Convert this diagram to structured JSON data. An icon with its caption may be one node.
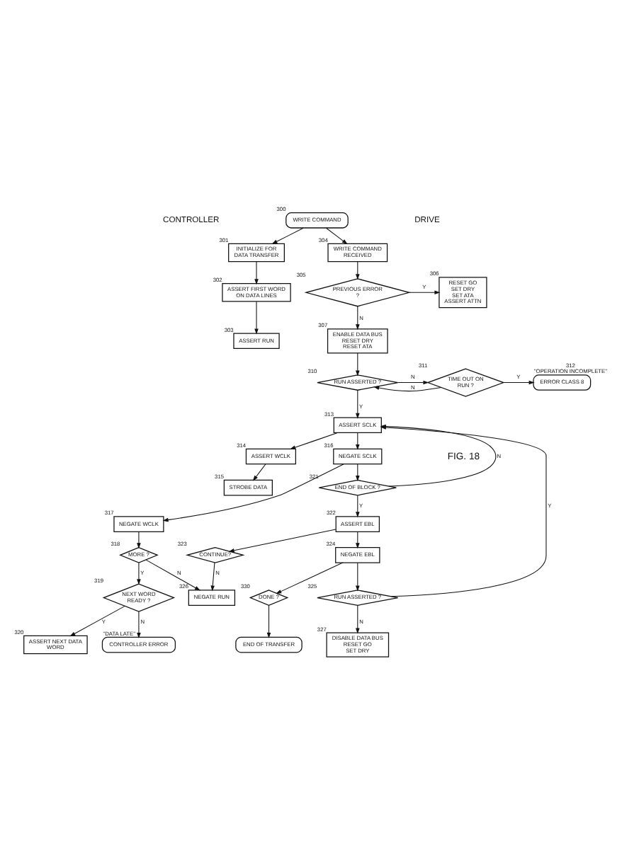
{
  "diagram": {
    "nodes": [
      {
        "text": [
          "WRITE COMMAND"
        ],
        "beside": [
          "300"
        ]
      },
      {
        "text": [
          "INITIALIZE FOR DATA TRANSFER"
        ],
        "beside": [
          "301"
        ]
      },
      {
        "text": [
          "WRITE COMMAND RECEIVED"
        ],
        "beside": [
          "304"
        ]
      },
      {
        "text": [
          "ASSERT FIRST WORD ON DATA LINES"
        ],
        "beside": [
          "302"
        ]
      },
      {
        "text": [
          "PREVIOUS ERROR ?"
        ],
        "beside": [
          "305"
        ]
      },
      {
        "text": [
          "RESET GO",
          "SET DRY",
          "SET ATA",
          "ASSERT ATTN"
        ],
        "beside": [
          "306"
        ]
      },
      {
        "text": [
          "ASSERT RUN"
        ],
        "beside": [
          "303"
        ]
      },
      {
        "text": [
          "ENABLE DATA BUS",
          "RESET DRY",
          "RESET ATA"
        ],
        "beside": [
          "307"
        ]
      },
      {
        "text": [
          "RUN ASSERTED ?"
        ],
        "beside": [
          "310"
        ]
      },
      {
        "text": [
          "TIME OUT ON RUN ?"
        ],
        "beside": [
          "311"
        ]
      },
      {
        "text": [
          "ERROR CLASS 8"
        ],
        "beside": [
          "312",
          "\"OPERATION INCOMPLETE\""
        ]
      },
      {
        "text": [
          "ASSERT SCLK"
        ],
        "beside": [
          "313"
        ]
      },
      {
        "text": [
          "ASSERT WCLK"
        ],
        "beside": [
          "314"
        ]
      },
      {
        "text": [
          "NEGATE SCLK"
        ],
        "beside": [
          "316"
        ]
      },
      {
        "text": [
          "STROBE DATA"
        ],
        "beside": [
          "315"
        ]
      },
      {
        "text": [
          "NEGATE WCLK"
        ],
        "beside": [
          "317"
        ]
      },
      {
        "text": [
          "END OF BLOCK ?"
        ],
        "beside": [
          "321"
        ]
      },
      {
        "text": [
          "ASSERT EBL"
        ],
        "beside": [
          "322"
        ]
      },
      {
        "text": [
          "CONTINUE?"
        ],
        "beside": [
          "323"
        ]
      },
      {
        "text": [
          "MORE ?"
        ],
        "beside": [
          "318"
        ]
      },
      {
        "text": [
          "NEGATE RUN"
        ],
        "beside": [
          "326"
        ]
      },
      {
        "text": [
          "NEXT WORD READY ?"
        ],
        "beside": [
          "319"
        ]
      },
      {
        "text": [
          "NEGATE EBL"
        ],
        "beside": [
          "324"
        ]
      },
      {
        "text": [
          "ASSERT NEXT DATA WORD"
        ],
        "beside": [
          "320"
        ]
      },
      {
        "text": [
          "CONTROLLER ERROR"
        ],
        "beside": [
          "\"DATA LATE\""
        ]
      },
      {
        "text": [
          "DONE ?"
        ],
        "beside": [
          "330"
        ]
      },
      {
        "text": [
          "RUN ASSERTED ?"
        ],
        "beside": [
          "325"
        ]
      },
      {
        "text": [
          "END OF TRANSFER"
        ]
      },
      {
        "text": [
          "DISABLE DATA BUS",
          "RESET GO",
          "SET DRY"
        ],
        "beside": [
          "327"
        ]
      }
    ],
    "edges": [
      {
        "from": 0,
        "to": 1,
        "arrow": "to"
      },
      {
        "from": 0,
        "to": 2,
        "arrow": "to"
      },
      {
        "from": 1,
        "to": 3,
        "arrow": "to"
      },
      {
        "from": 3,
        "to": 6,
        "arrow": "to"
      },
      {
        "from": 2,
        "to": 4,
        "arrow": "to"
      },
      {
        "from": 4,
        "to": 5,
        "arrow": "to",
        "label": "Y"
      },
      {
        "from": 4,
        "to": 7,
        "arrow": "to",
        "label": "N"
      },
      {
        "from": 7,
        "to": 8,
        "arrow": "to"
      },
      {
        "from": 8,
        "to": 9,
        "arrow": "to",
        "label": "N"
      },
      {
        "from": 9,
        "to": 8,
        "arrow": "to",
        "label": "N"
      },
      {
        "from": 9,
        "to": 10,
        "arrow": "to",
        "label": "Y"
      },
      {
        "from": 8,
        "to": 11,
        "arrow": "to",
        "label": "Y"
      },
      {
        "from": 11,
        "to": 12,
        "arrow": "to"
      },
      {
        "from": 11,
        "to": 13,
        "arrow": "to"
      },
      {
        "from": 12,
        "to": 14,
        "arrow": "to"
      },
      {
        "from": 13,
        "to": 15,
        "arrow": "to"
      },
      {
        "from": 13,
        "to": 16,
        "arrow": "to"
      },
      {
        "from": 16,
        "to": 11,
        "arrow": "to",
        "label": "N"
      },
      {
        "from": 16,
        "to": 17,
        "arrow": "to",
        "label": "Y"
      },
      {
        "from": 17,
        "to": 18,
        "arrow": "to"
      },
      {
        "from": 17,
        "to": 22,
        "arrow": "to"
      },
      {
        "from": 15,
        "to": 19,
        "arrow": "to"
      },
      {
        "from": 19,
        "to": 20,
        "arrow": "to",
        "label": "N"
      },
      {
        "from": 18,
        "to": 20,
        "arrow": "to",
        "label": "N"
      },
      {
        "from": 19,
        "to": 21,
        "arrow": "to",
        "label": "Y"
      },
      {
        "from": 21,
        "to": 23,
        "arrow": "to",
        "label": "Y"
      },
      {
        "from": 21,
        "to": 24,
        "arrow": "to",
        "label": "N"
      },
      {
        "from": 22,
        "to": 26,
        "arrow": "to"
      },
      {
        "from": 22,
        "to": 25,
        "arrow": "to"
      },
      {
        "from": 25,
        "to": 27,
        "arrow": "to"
      },
      {
        "from": 26,
        "to": 11,
        "arrow": "to",
        "label": "Y"
      },
      {
        "from": 26,
        "to": 28,
        "arrow": "to",
        "label": "N"
      }
    ],
    "labels": [
      "CONTROLLER",
      "DRIVE",
      "FIG. 18"
    ]
  }
}
